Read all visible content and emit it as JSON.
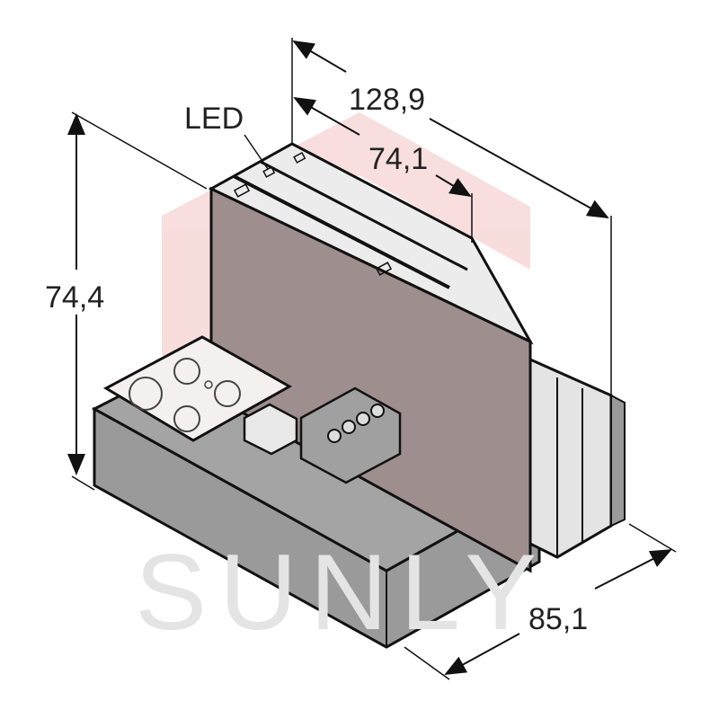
{
  "drawing": {
    "type": "isometric dimension drawing",
    "subject": "modular I/O gateway base with electronics modules",
    "callout": {
      "label": "LED"
    },
    "dimensions": {
      "overall_length": "128,9",
      "module_length": "74,1",
      "height": "74,4",
      "depth": "85,1"
    },
    "watermark": {
      "text": "SUNLY"
    },
    "colors": {
      "housing_dark": "#9a9a9a",
      "housing_side": "#a8a8a8",
      "module_light": "#e8e8e8",
      "watermark_pink": "#f3c9c9",
      "outline": "#111111"
    }
  }
}
